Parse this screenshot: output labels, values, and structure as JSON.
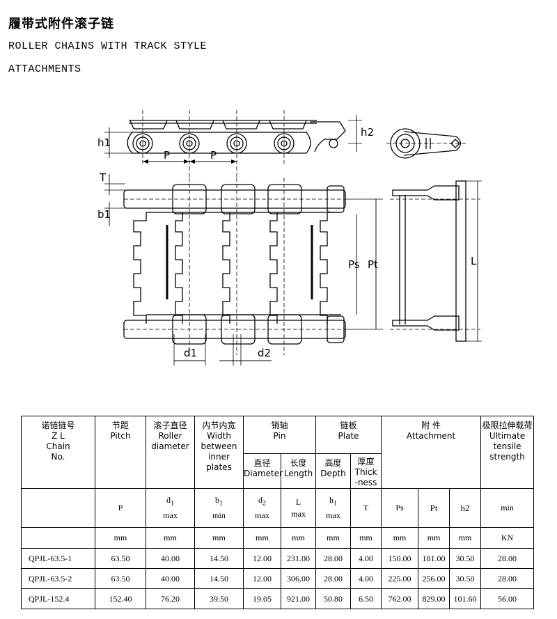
{
  "heading": {
    "cn": "履带式附件滚子链",
    "en_line1": "ROLLER CHAINS WITH TRACK STYLE",
    "en_line2": "ATTACHMENTS"
  },
  "drawing_labels": {
    "h1": "h1",
    "h2": "h2",
    "P": "P",
    "T": "T",
    "b1": "b1",
    "Ps": "Ps",
    "Pt": "Pt",
    "L": "L",
    "d1": "d1",
    "d2": "d2"
  },
  "table": {
    "headers": {
      "chain_no": [
        "诺链链号",
        "Z L",
        "Chain",
        "No."
      ],
      "pitch": [
        "节距",
        "Pitch"
      ],
      "roller": [
        "滚子直径",
        "Roller",
        "diameter"
      ],
      "width": [
        "内节内宽",
        "Width",
        "between",
        "inner",
        "plates"
      ],
      "pin": [
        "销轴",
        "Pin"
      ],
      "pin_dia": [
        "直径",
        "Diameter"
      ],
      "pin_len": [
        "长度",
        "Length"
      ],
      "plate": [
        "链板",
        "Plate"
      ],
      "plate_depth": [
        "高度",
        "Depth"
      ],
      "plate_thick": [
        "厚度",
        "Thick",
        "-ness"
      ],
      "attachment": [
        "附 件",
        "Attachment"
      ],
      "tensile": [
        "极限拉伸载荷",
        "Ultimate",
        "tensile",
        "strength"
      ]
    },
    "symbols": {
      "P": "P",
      "d1": "d",
      "d1_sub": "1",
      "d1_note": "max",
      "b1": "b",
      "b1_sub": "1",
      "b1_note": "min",
      "d2": "d",
      "d2_sub": "2",
      "d2_note": "max",
      "L": "L",
      "L_note": "max",
      "h1": "h",
      "h1_sub": "1",
      "h1_note": "max",
      "T": "T",
      "Ps": "Ps",
      "Pt": "Pt",
      "h2": "h2",
      "strength": "min"
    },
    "units": [
      "mm",
      "mm",
      "mm",
      "mm",
      "mm",
      "mm",
      "mm",
      "mm",
      "mm",
      "mm",
      "KN"
    ],
    "rows": [
      [
        "QPJL-63.5-1",
        "63.50",
        "40.00",
        "14.50",
        "12.00",
        "231.00",
        "28.00",
        "4.00",
        "150.00",
        "181.00",
        "30.50",
        "28.00"
      ],
      [
        "QPJL-63.5-2",
        "63.50",
        "40.00",
        "14.50",
        "12.00",
        "306.00",
        "28.00",
        "4.00",
        "225.00",
        "256.00",
        "30.50",
        "28.00"
      ],
      [
        "QPJL-152.4",
        "152.40",
        "76.20",
        "39.50",
        "19.05",
        "921.00",
        "50.80",
        "6.50",
        "762.00",
        "829.00",
        "101.60",
        "56.00"
      ]
    ]
  }
}
